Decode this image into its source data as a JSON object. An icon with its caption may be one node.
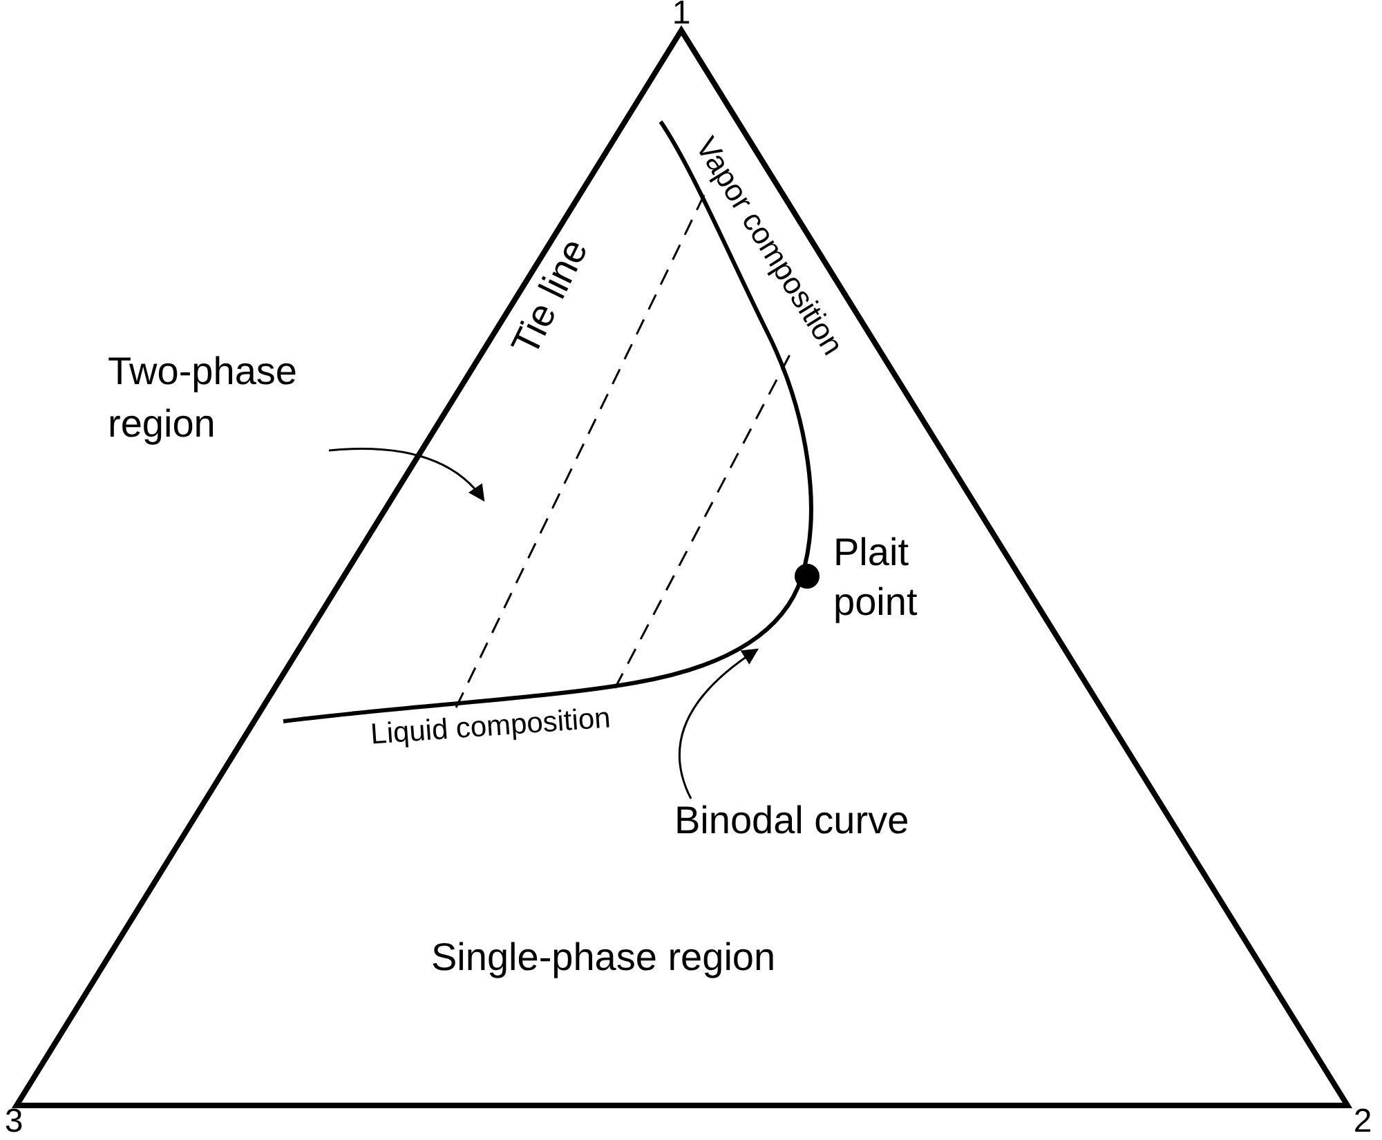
{
  "diagram": {
    "nodes": [
      {
        "text": [
          "Two-phase region"
        ]
      },
      {
        "text": [
          "Binodal curve"
        ]
      }
    ],
    "edges": [
      {
        "from": 0,
        "to": null,
        "arrow": "to"
      },
      {
        "from": 1,
        "to": null,
        "arrow": "to"
      }
    ],
    "labels": [
      "1",
      "3",
      "2",
      "Vapor composition",
      "Tie line",
      "Plait point",
      "Liquid composition",
      "Single-phase region"
    ]
  }
}
